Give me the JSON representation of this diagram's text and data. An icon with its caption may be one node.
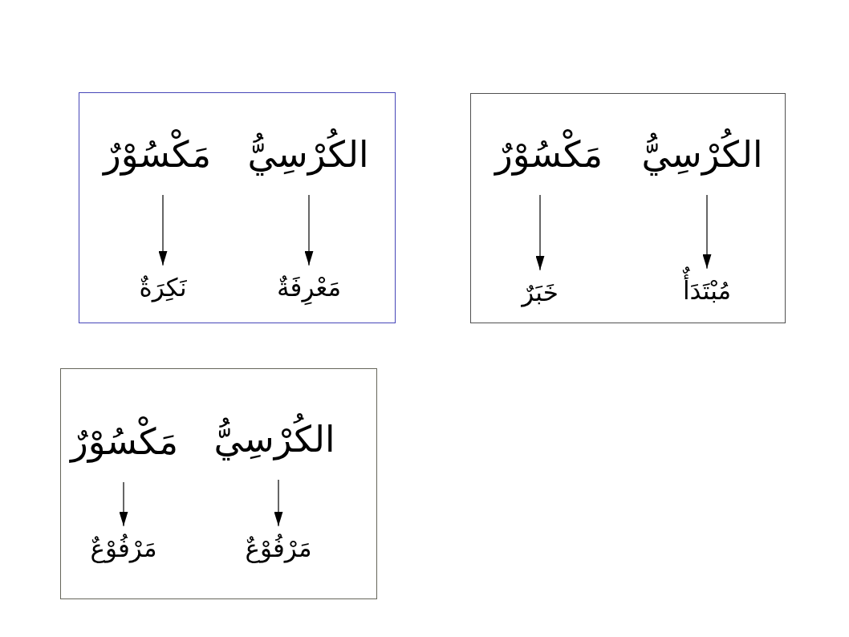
{
  "diagram": {
    "nodes": [
      {
        "text": [],
        "shape": "box"
      },
      {
        "text": [
          "الكُرْسِيُّ"
        ],
        "in": 0
      },
      {
        "text": [
          "مَكْسُوْرٌ"
        ],
        "in": 0
      },
      {
        "text": [
          "مَعْرِفَةٌ"
        ],
        "in": 0
      },
      {
        "text": [
          "نَكِرَةٌ"
        ],
        "in": 0
      },
      {
        "text": [],
        "shape": "box"
      },
      {
        "text": [
          "الكُرْسِيُّ"
        ],
        "in": 5
      },
      {
        "text": [
          "مَكْسُوْرٌ"
        ],
        "in": 5
      },
      {
        "text": [
          "مُبْتَدَأٌ"
        ],
        "in": 5
      },
      {
        "text": [
          "خَبَرٌ"
        ],
        "in": 5
      },
      {
        "text": [],
        "shape": "box"
      },
      {
        "text": [
          "الكُرْسِيُّ"
        ],
        "in": 10
      },
      {
        "text": [
          "مَكْسُوْرٌ"
        ],
        "in": 10
      },
      {
        "text": [
          "مَرْفُوْعٌ"
        ],
        "in": 10
      },
      {
        "text": [
          "مَرْفُوْعٌ"
        ],
        "in": 10
      }
    ],
    "edges": [
      {
        "from": 1,
        "to": 3,
        "arrow": "to"
      },
      {
        "from": 2,
        "to": 4,
        "arrow": "to"
      },
      {
        "from": 6,
        "to": 8,
        "arrow": "to"
      },
      {
        "from": 7,
        "to": 9,
        "arrow": "to"
      },
      {
        "from": 11,
        "to": 13,
        "arrow": "to"
      },
      {
        "from": 12,
        "to": 14,
        "arrow": "to"
      }
    ]
  }
}
